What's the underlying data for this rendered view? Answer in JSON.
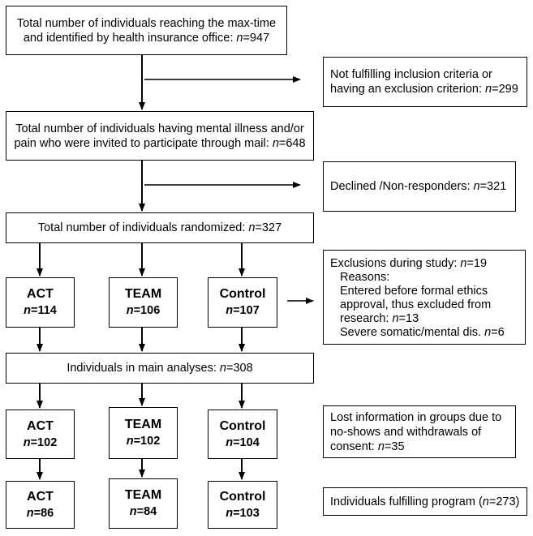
{
  "main_boxes": {
    "reaching": {
      "line1": "Total number of individuals reaching the max-time",
      "line2_prefix": "and identified by health insurance office: ",
      "n_symbol": "n",
      "value": "=947"
    },
    "invited": {
      "line1": "Total number of individuals having mental illness and/or",
      "line2_prefix": "pain who were invited to participate through mail: ",
      "n_symbol": "n",
      "value": "=648"
    },
    "randomized": {
      "prefix": "Total number of individuals randomized: ",
      "n_symbol": "n",
      "value": "=327"
    },
    "main_analyses": {
      "prefix": "Individuals in main analyses: ",
      "n_symbol": "n",
      "value": "=308"
    }
  },
  "side_boxes": {
    "not_fulfilling": {
      "line1": "Not fulfilling inclusion criteria or",
      "line2_prefix": "having an exclusion criterion: ",
      "n_symbol": "n",
      "value": "=299"
    },
    "declined": {
      "prefix": "Declined /Non-responders: ",
      "n_symbol": "n",
      "value": "=321"
    },
    "exclusions": {
      "line1_prefix": "Exclusions during study: ",
      "n_symbol": "n",
      "line1_value": "=19",
      "reasons_label": "Reasons:",
      "reason1_line1": "Entered before formal ethics",
      "reason1_line2": "approval, thus excluded from",
      "reason1_line3_prefix": "research: ",
      "reason1_value": "=13",
      "reason2_prefix": "Severe somatic/mental dis. ",
      "reason2_value": "=6"
    },
    "lost": {
      "line1": "Lost information in groups due to",
      "line2": "no-shows and withdrawals of",
      "line3_prefix": "consent: ",
      "n_symbol": "n",
      "value": "=35"
    },
    "fulfilling": {
      "prefix": "Individuals fulfilling program (",
      "n_symbol": "n",
      "value": "=273)"
    }
  },
  "groups": {
    "row1": [
      {
        "name": "ACT",
        "n_symbol": "n",
        "value": "=114"
      },
      {
        "name": "TEAM",
        "n_symbol": "n",
        "value": "=106"
      },
      {
        "name": "Control",
        "n_symbol": "n",
        "value": "=107"
      }
    ],
    "row2": [
      {
        "name": "ACT",
        "n_symbol": "n",
        "value": "=102"
      },
      {
        "name": "TEAM",
        "n_symbol": "n",
        "value": "=102"
      },
      {
        "name": "Control",
        "n_symbol": "n",
        "value": "=104"
      }
    ],
    "row3": [
      {
        "name": "ACT",
        "n_symbol": "n",
        "value": "=86"
      },
      {
        "name": "TEAM",
        "n_symbol": "n",
        "value": "=84"
      },
      {
        "name": "Control",
        "n_symbol": "n",
        "value": "=103"
      }
    ]
  }
}
